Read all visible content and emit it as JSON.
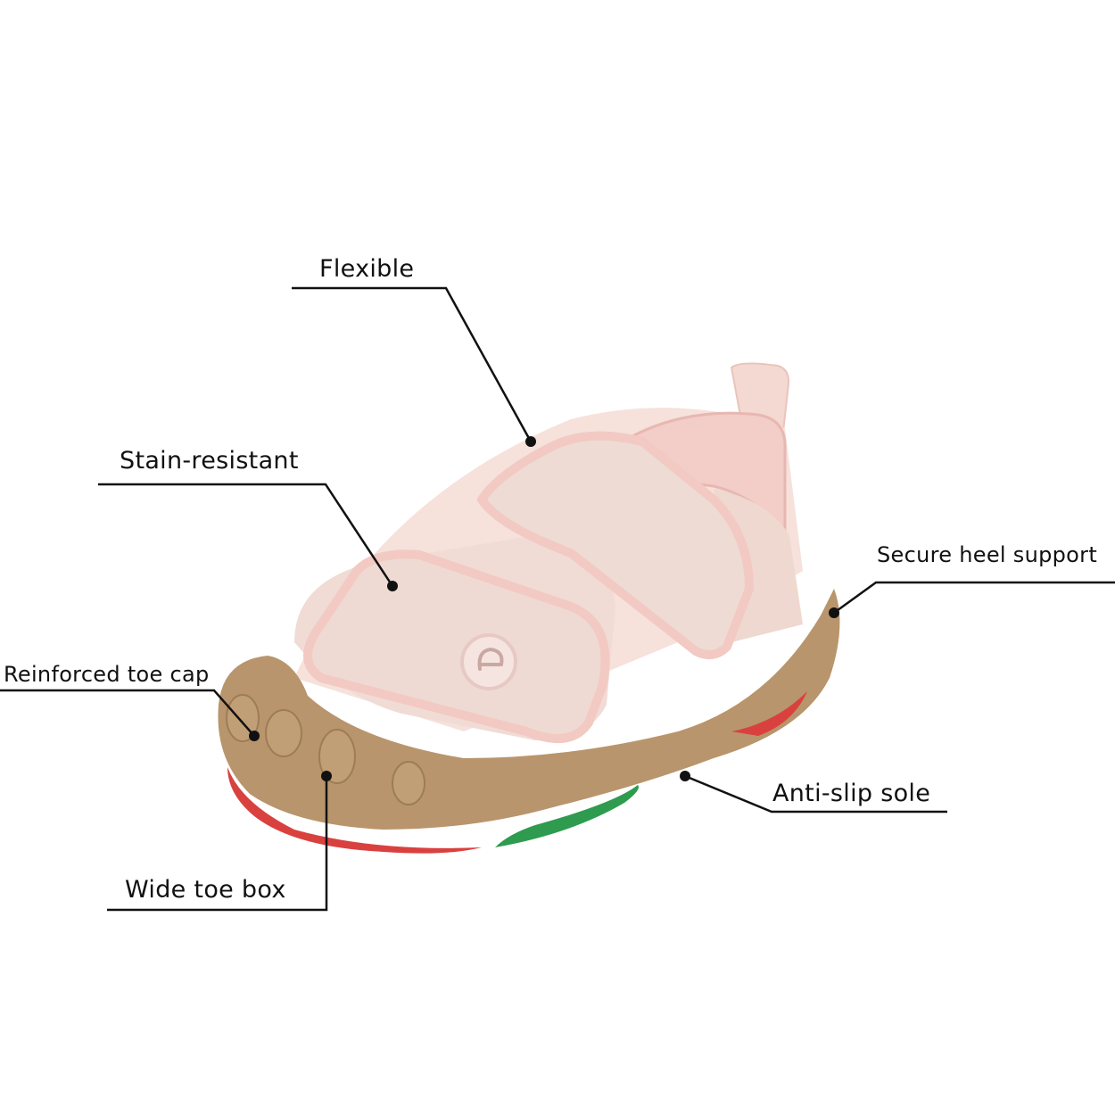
{
  "callouts": {
    "flexible": "Flexible",
    "stain_resistant": "Stain-resistant",
    "secure_heel_support": "Secure heel support",
    "reinforced_toe_cap": "Reinforced toe cap",
    "anti_slip_sole": "Anti-slip sole",
    "wide_toe_box": "Wide toe box"
  },
  "colors": {
    "upper": "#f1dcd5",
    "trim": "#f3cdc8",
    "sole": "#b8956c",
    "tread_red": "#d9413f",
    "tread_green": "#2e9b4f",
    "line": "#111111"
  }
}
